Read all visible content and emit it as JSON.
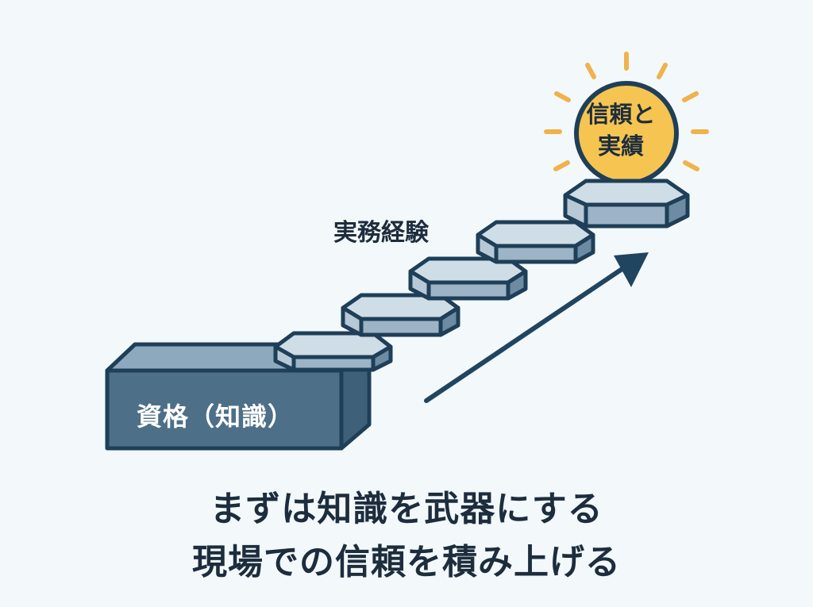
{
  "diagram": {
    "base_block_label": "資格（知識）",
    "steps_label": "実務経験",
    "goal_label_line1": "信頼と",
    "goal_label_line2": "実績",
    "step_count": 5,
    "caption_line1": "まずは知識を武器にする",
    "caption_line2": "現場での信頼を積み上げる",
    "colors": {
      "background": "#f3f8fa",
      "block_front": "#4d6f88",
      "block_top": "#8ca9bd",
      "block_side": "#3f6079",
      "step_face": "#9db4c6",
      "step_top": "#cfdde7",
      "outline": "#1f3f58",
      "arrow": "#1f4560",
      "sun_fill": "#f6c451",
      "sun_rays": "#f0b24a",
      "text_dark": "#1d2d3d"
    }
  }
}
